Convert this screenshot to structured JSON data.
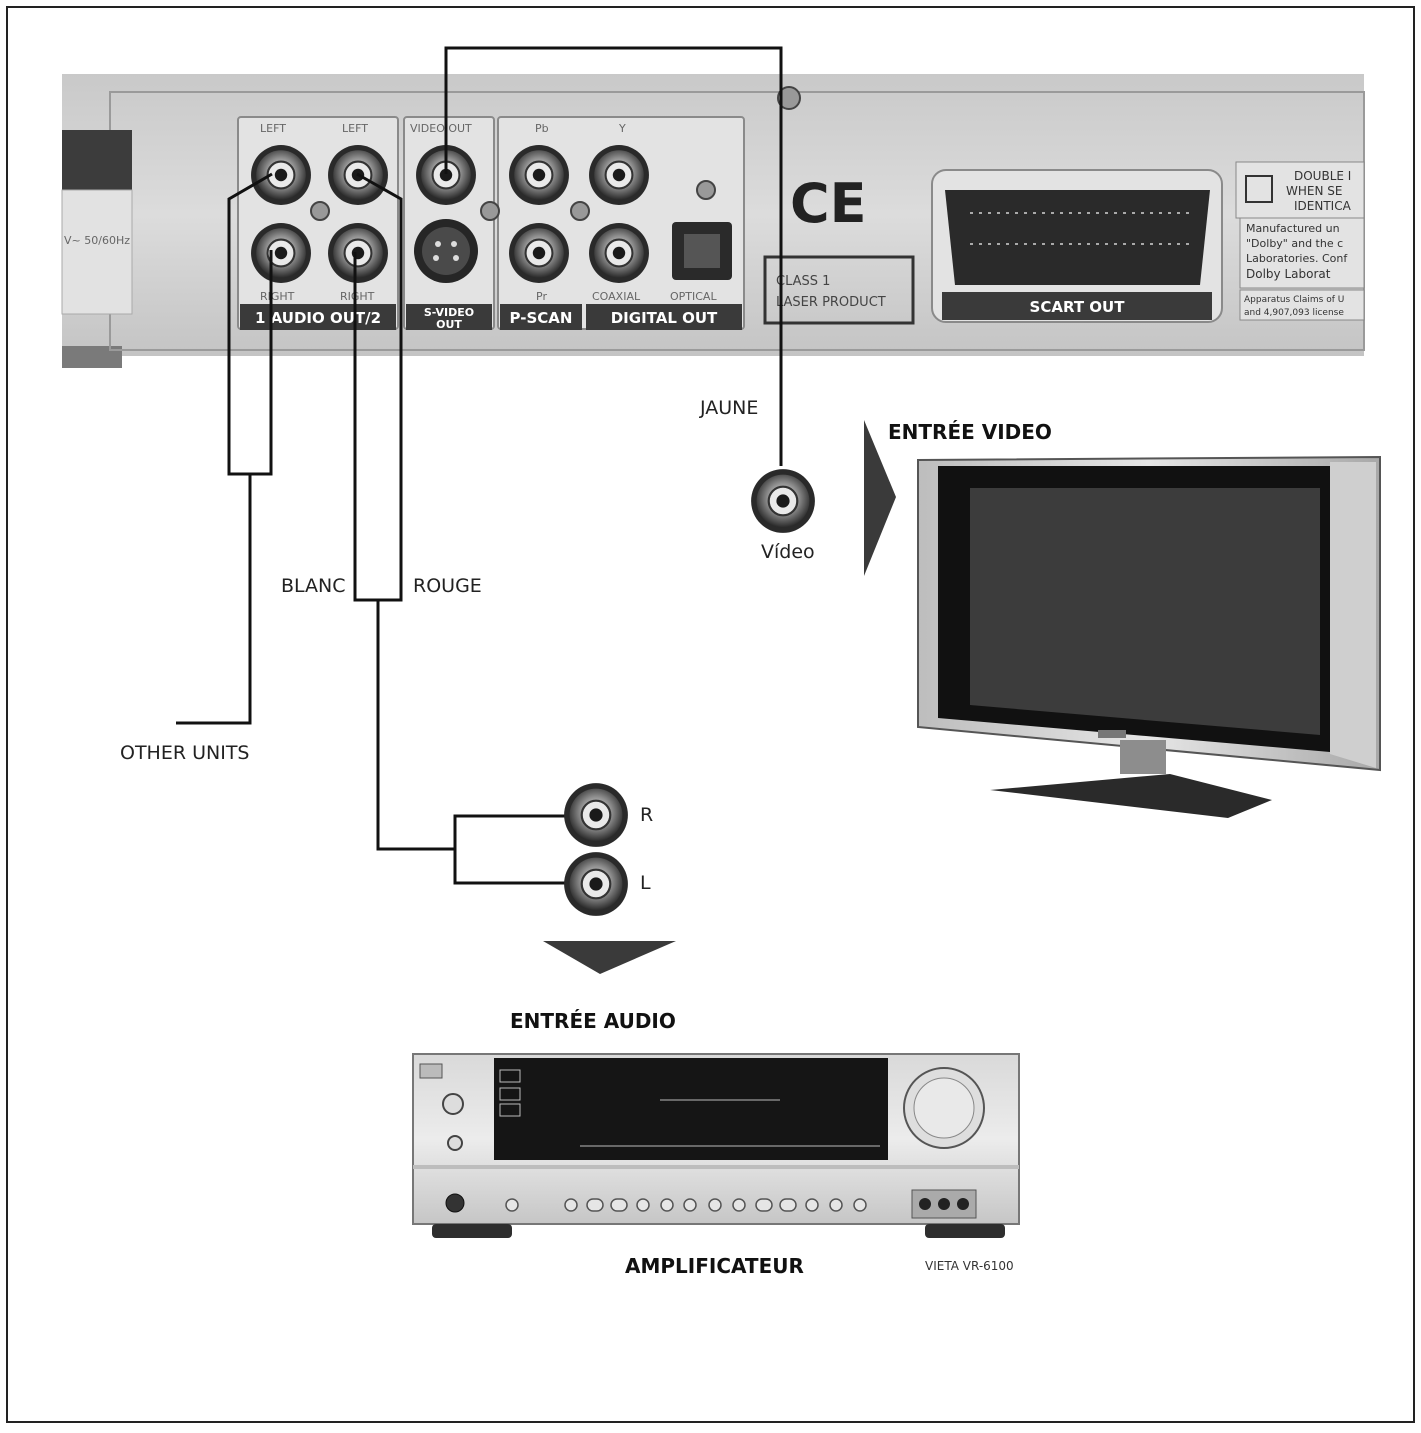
{
  "panel": {
    "voltage": "V~ 50/60Hz",
    "jack_labels": {
      "left_1": "LEFT",
      "left_2": "LEFT",
      "right_1": "RIGHT",
      "right_2": "RIGHT",
      "video_out": "VIDEO OUT",
      "pb": "Pb",
      "y": "Y",
      "pr": "Pr",
      "coaxial": "COAXIAL",
      "optical": "OPTICAL"
    },
    "strips": {
      "audio_out": "1 AUDIO OUT/2",
      "svideo_line1": "S-VIDEO",
      "svideo_line2": "OUT",
      "pscan": "P-SCAN",
      "digital_out": "DIGITAL OUT",
      "scart_out": "SCART OUT"
    },
    "ce_mark": "CE",
    "laser_line1": "CLASS 1",
    "laser_line2": "LASER PRODUCT",
    "notice_lines": [
      "DOUBLE I",
      "WHEN SE",
      "IDENTICA"
    ],
    "dolby_lines": [
      "Manufactured un",
      "\"Dolby\" and the c",
      "Laboratories. Conf",
      "Dolby Laborat"
    ],
    "apparatus_lines": [
      "Apparatus Claims of U",
      "and 4,907,093 license"
    ]
  },
  "labels": {
    "jaune": "JAUNE",
    "video": "Vídeo",
    "blanc": "BLANC",
    "rouge": "ROUGE",
    "other_units": "OTHER UNITS",
    "r": "R",
    "l": "L"
  },
  "headings": {
    "entree_video": "ENTRÉE VIDEO",
    "entree_audio": "ENTRÉE AUDIO",
    "amplificateur": "AMPLIFICATEUR"
  },
  "model": "VIETA VR-6100",
  "colors": {
    "border": "#222222",
    "panel": "#d6d6d6",
    "strip": "#3a3a3a",
    "wire": "#111111"
  }
}
